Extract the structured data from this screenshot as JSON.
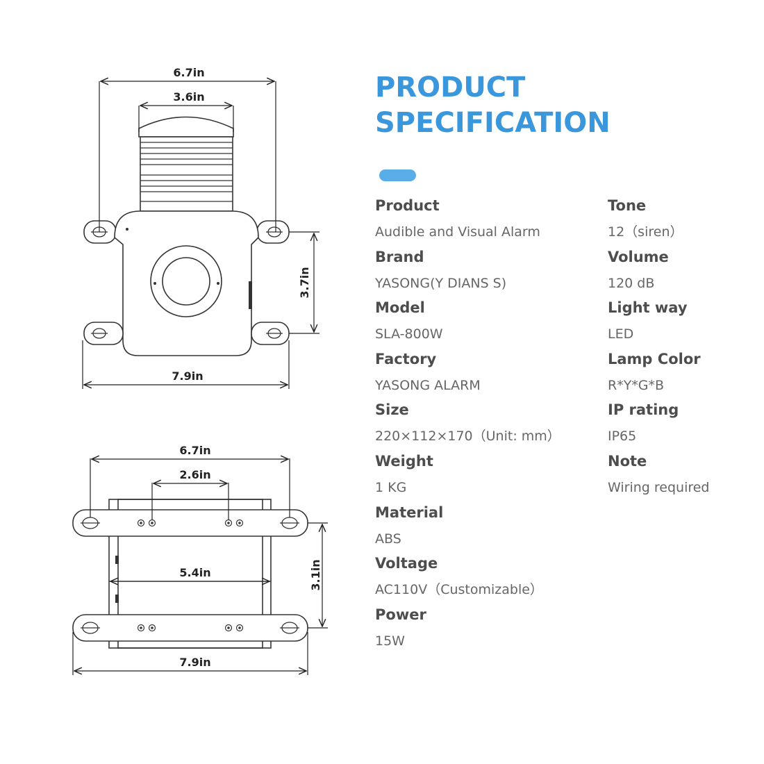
{
  "title": {
    "line1": "PRODUCT",
    "line2": "SPECIFICATION",
    "color": "#3a97dc"
  },
  "diagram": {
    "front_view": {
      "overall_width_top": "6.7in",
      "lamp_width": "3.6in",
      "height": "3.7in",
      "overall_width_bottom": "7.9in"
    },
    "bottom_view": {
      "overall_width_top": "6.7in",
      "hole_spacing": "2.6in",
      "inner_width": "5.4in",
      "depth": "3.1in",
      "overall_width_bottom": "7.9in"
    }
  },
  "specs_left": [
    {
      "label": "Product",
      "value": "Audible and Visual Alarm"
    },
    {
      "label": "Brand",
      "value": "YASONG(Y DIANS S)"
    },
    {
      "label": "Model",
      "value": "SLA-800W"
    },
    {
      "label": "Factory",
      "value": "YASONG ALARM"
    },
    {
      "label": "Size",
      "value": "220×112×170（Unit: mm）"
    },
    {
      "label": "Weight",
      "value": "1 KG"
    },
    {
      "label": "Material",
      "value": "ABS"
    },
    {
      "label": "Voltage",
      "value": "AC110V（Customizable）"
    },
    {
      "label": "Power",
      "value": "15W"
    }
  ],
  "specs_right": [
    {
      "label": "Tone",
      "value": "12（siren）"
    },
    {
      "label": "Volume",
      "value": "120 dB"
    },
    {
      "label": "Light way",
      "value": "LED"
    },
    {
      "label": "Lamp Color",
      "value": "R*Y*G*B"
    },
    {
      "label": "IP rating",
      "value": "IP65"
    },
    {
      "label": "Note",
      "value": "Wiring required"
    }
  ]
}
